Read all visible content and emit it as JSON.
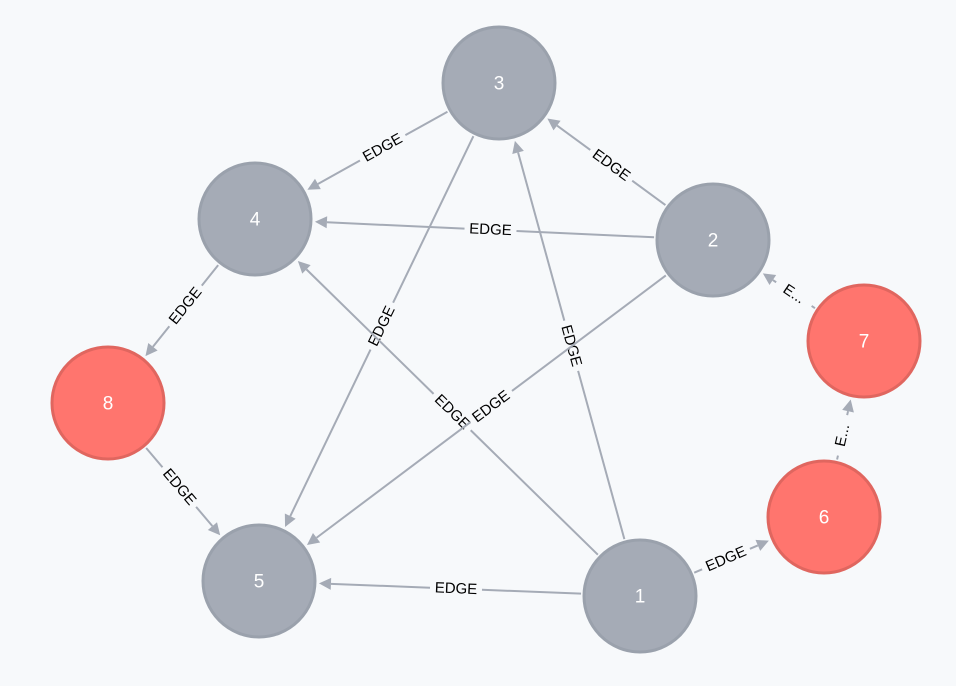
{
  "colors": {
    "background": "#f7f9fb",
    "node_gray": "#a5abb6",
    "node_red": "#ff756e",
    "edge": "#a5abb6",
    "node_text": "#ffffff",
    "edge_text": "#000000"
  },
  "graph": {
    "nodes": [
      {
        "id": "1",
        "label": "1",
        "category": "gray"
      },
      {
        "id": "2",
        "label": "2",
        "category": "gray"
      },
      {
        "id": "3",
        "label": "3",
        "category": "gray"
      },
      {
        "id": "4",
        "label": "4",
        "category": "gray"
      },
      {
        "id": "5",
        "label": "5",
        "category": "gray"
      },
      {
        "id": "6",
        "label": "6",
        "category": "red"
      },
      {
        "id": "7",
        "label": "7",
        "category": "red"
      },
      {
        "id": "8",
        "label": "8",
        "category": "red"
      }
    ],
    "edges": [
      {
        "from": "3",
        "to": "4",
        "label": "EDGE"
      },
      {
        "from": "2",
        "to": "3",
        "label": "EDGE"
      },
      {
        "from": "2",
        "to": "4",
        "label": "EDGE"
      },
      {
        "from": "4",
        "to": "8",
        "label": "EDGE"
      },
      {
        "from": "3",
        "to": "5",
        "label": "EDGE"
      },
      {
        "from": "1",
        "to": "3",
        "label": "EDGE"
      },
      {
        "from": "1",
        "to": "4",
        "label": "EDGE"
      },
      {
        "from": "2",
        "to": "5",
        "label": "EDGE"
      },
      {
        "from": "7",
        "to": "2",
        "label": "E..."
      },
      {
        "from": "6",
        "to": "7",
        "label": "E..."
      },
      {
        "from": "8",
        "to": "5",
        "label": "EDGE"
      },
      {
        "from": "1",
        "to": "5",
        "label": "EDGE"
      },
      {
        "from": "1",
        "to": "6",
        "label": "EDGE"
      }
    ]
  }
}
